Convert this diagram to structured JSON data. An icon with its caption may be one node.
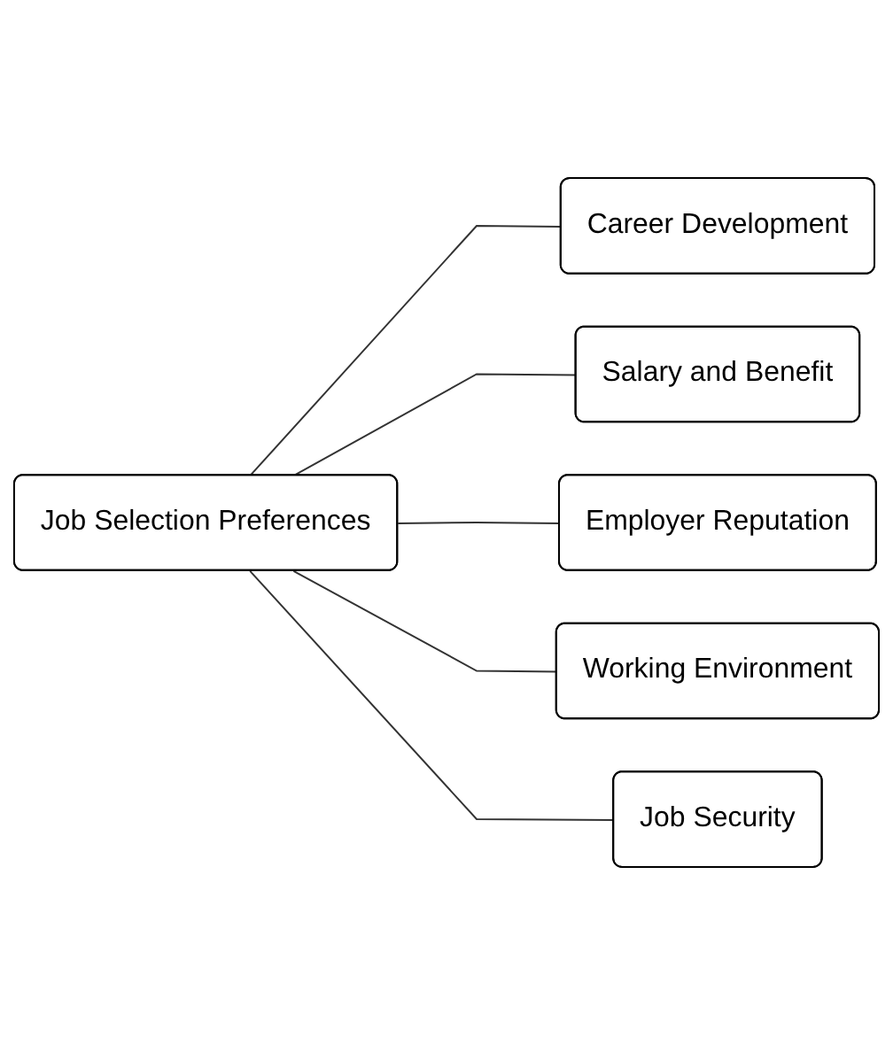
{
  "diagram": {
    "nodes": [
      {
        "text": [
          "Job Selection Preferences"
        ]
      },
      {
        "text": [
          "Career Development"
        ]
      },
      {
        "text": [
          "Salary and Benefit"
        ]
      },
      {
        "text": [
          "Employer Reputation"
        ]
      },
      {
        "text": [
          "Working Environment"
        ]
      },
      {
        "text": [
          "Job Security"
        ]
      }
    ],
    "edges": [
      {
        "from": 0,
        "to": 1,
        "arrow": "none"
      },
      {
        "from": 0,
        "to": 2,
        "arrow": "none"
      },
      {
        "from": 0,
        "to": 3,
        "arrow": "none"
      },
      {
        "from": 0,
        "to": 4,
        "arrow": "none"
      },
      {
        "from": 0,
        "to": 5,
        "arrow": "none"
      }
    ]
  }
}
